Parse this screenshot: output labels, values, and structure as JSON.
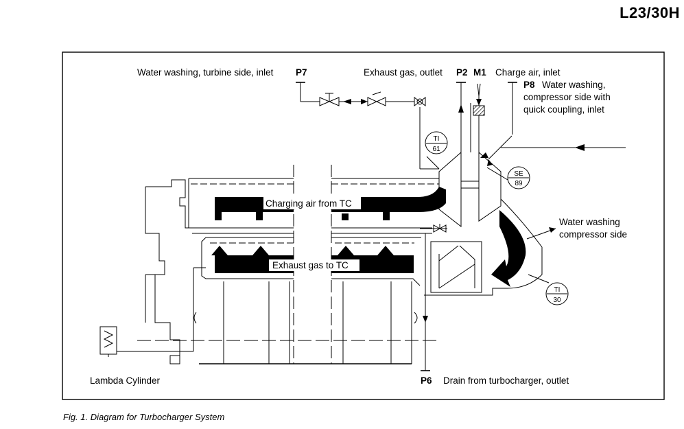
{
  "header": {
    "doc_id": "L23/30H"
  },
  "caption": "Fig. 1. Diagram for Turbocharger System",
  "labels": {
    "p7_text": "Water  washing, turbine side, inlet",
    "p7_code": "P7",
    "exhaust_outlet_text": "Exhaust gas, outlet",
    "p2_code": "P2",
    "m1_code": "M1",
    "charge_air_text": "Charge air, inlet",
    "p8_code": "P8",
    "p8_line1": "Water washing,",
    "p8_line2": "compressor side with",
    "p8_line3": "quick coupling, inlet",
    "charging_air": "Charging air from TC",
    "exhaust_to_tc": "Exhaust gas to TC",
    "ww_comp_line1": "Water washing",
    "ww_comp_line2": "compressor side",
    "lambda": "Lambda Cylinder",
    "p6_code": "P6",
    "p6_text": "Drain from turbocharger, outlet"
  },
  "instruments": {
    "ti61_top": "TI",
    "ti61_bottom": "61",
    "se89_top": "SE",
    "se89_bottom": "89",
    "ti30_top": "TI",
    "ti30_bottom": "30"
  }
}
